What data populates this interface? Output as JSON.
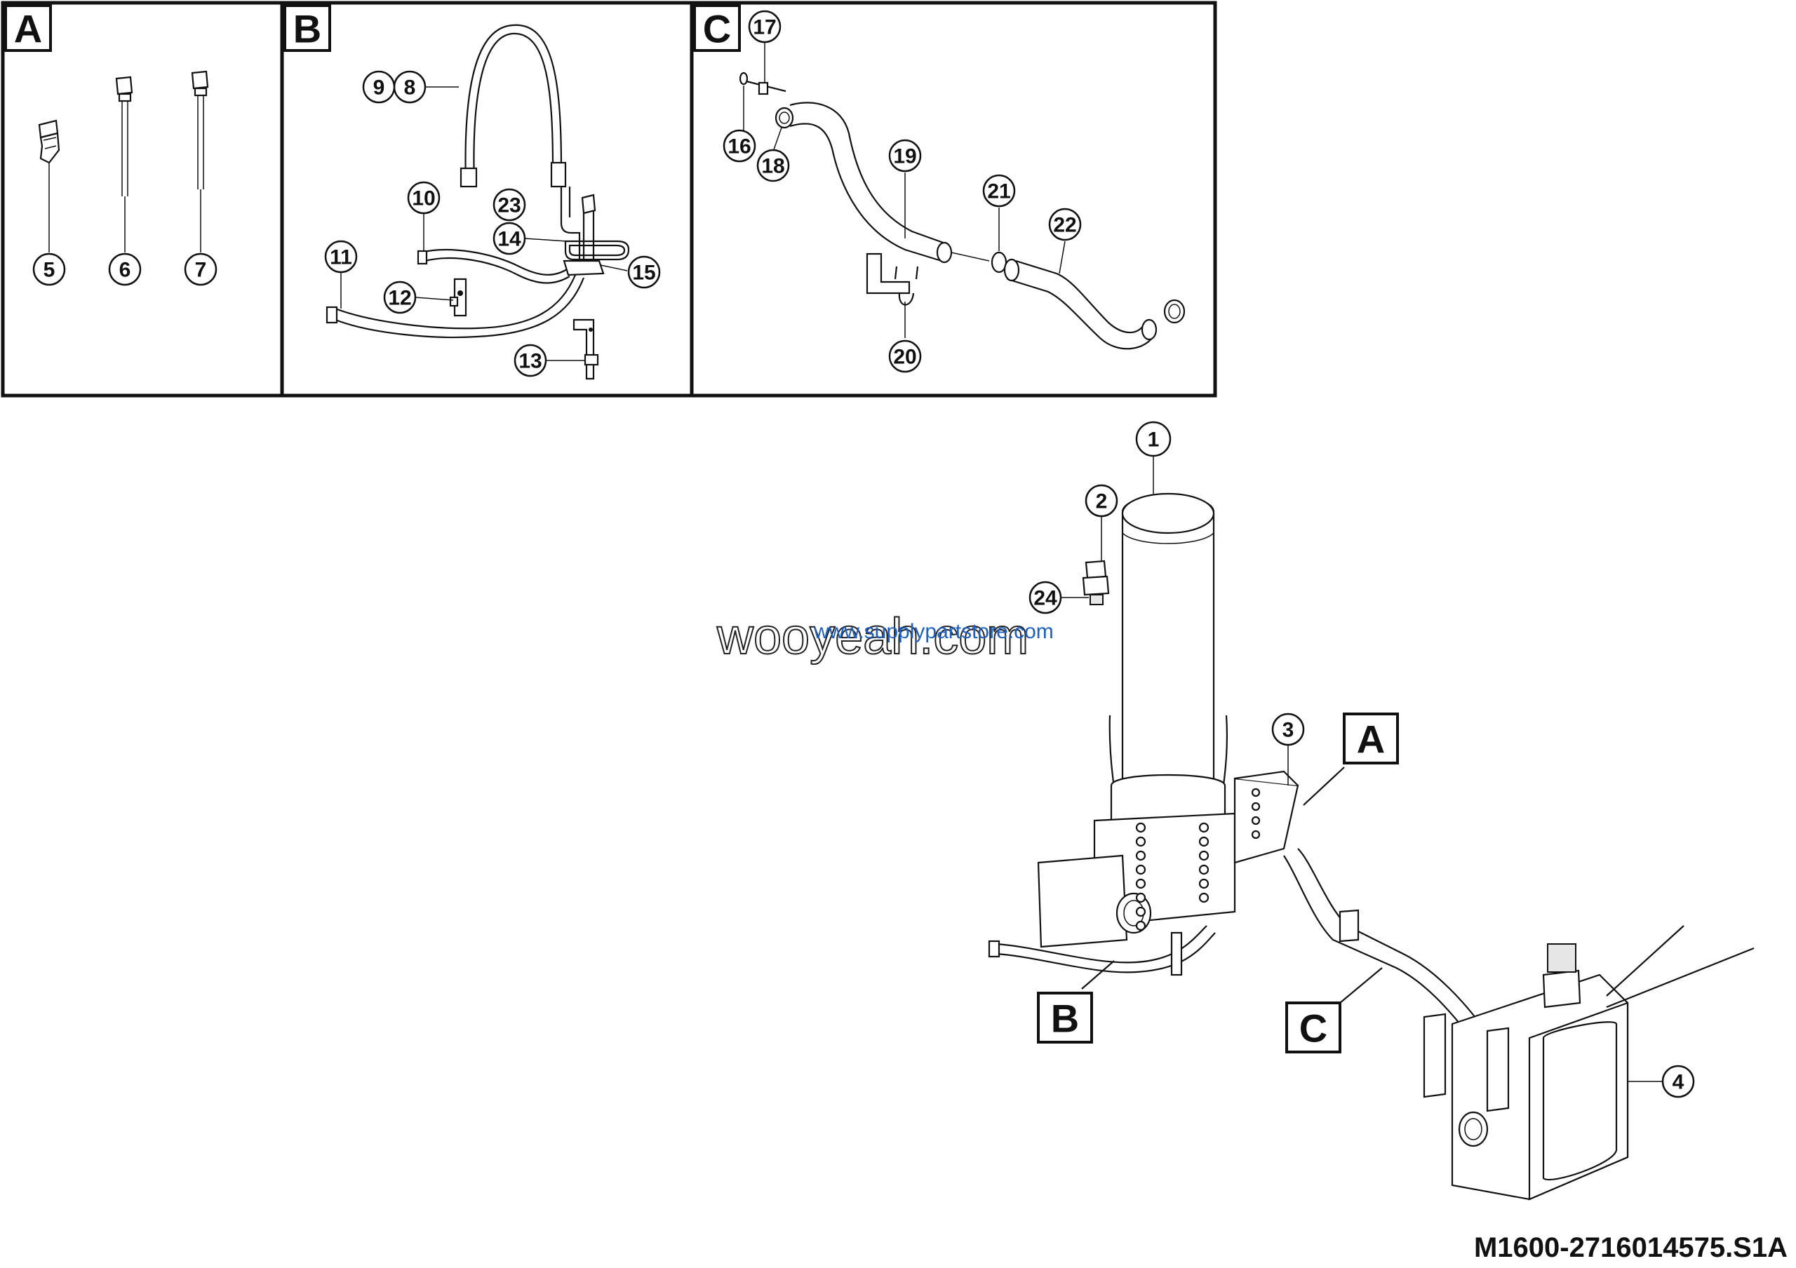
{
  "panels": [
    {
      "label": "A"
    },
    {
      "label": "B"
    },
    {
      "label": "C"
    }
  ],
  "callouts": [
    "1",
    "2",
    "3",
    "4",
    "5",
    "6",
    "7",
    "8",
    "9",
    "10",
    "11",
    "12",
    "13",
    "14",
    "15",
    "16",
    "17",
    "18",
    "19",
    "20",
    "21",
    "22",
    "23",
    "24"
  ],
  "view_tags": [
    "A",
    "B",
    "C"
  ],
  "watermark": {
    "main": "wooyeah.com",
    "secondary": "www.supplypartstore.com"
  },
  "document_id": "M1600-2716014575.S1A"
}
